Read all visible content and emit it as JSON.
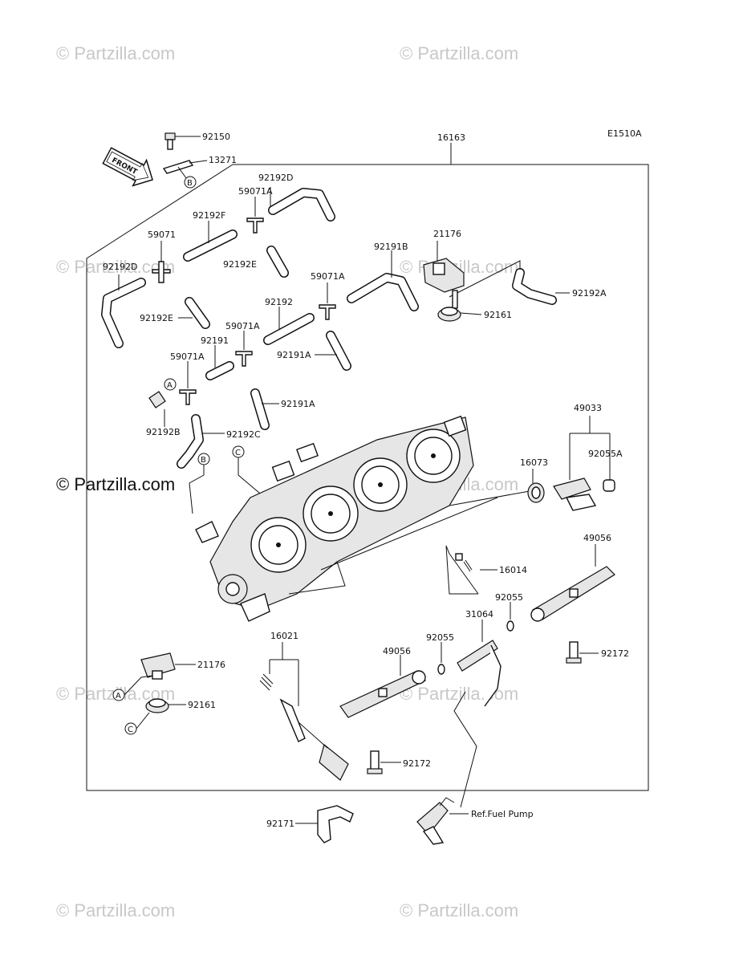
{
  "diagram_code": "E1510A",
  "watermark": "© Partzilla.com",
  "front_label": "FRONT",
  "ref_fuel_pump": "Ref.Fuel Pump",
  "callouts": {
    "A": "A",
    "B": "B",
    "C": "C"
  },
  "parts": {
    "p92150": "92150",
    "p13271": "13271",
    "p16163": "16163",
    "p92192D_top": "92192D",
    "p59071A_top": "59071A",
    "p92192F": "92192F",
    "p59071": "59071",
    "p92192D_left": "92192D",
    "p92192E_mid": "92192E",
    "p92192E_left": "92192E",
    "p92191B": "92191B",
    "p21176_top": "21176",
    "p92192A": "92192A",
    "p59071A_r": "59071A",
    "p92192": "92192",
    "p92161_top": "92161",
    "p59071A_c": "59071A",
    "p92191": "92191",
    "p92191A_c": "92191A",
    "p59071A_l": "59071A",
    "p92191A_l": "92191A",
    "p92192B": "92192B",
    "p92192C": "92192C",
    "p49033": "49033",
    "p16073": "16073",
    "p92055A": "92055A",
    "p49056_r": "49056",
    "p16014": "16014",
    "p92055_r": "92055",
    "p31064": "31064",
    "p16021": "16021",
    "p92055_l": "92055",
    "p49056_l": "49056",
    "p92172_r": "92172",
    "p21176_bot": "21176",
    "p92161_bot": "92161",
    "p92172_l": "92172",
    "p92171": "92171"
  }
}
